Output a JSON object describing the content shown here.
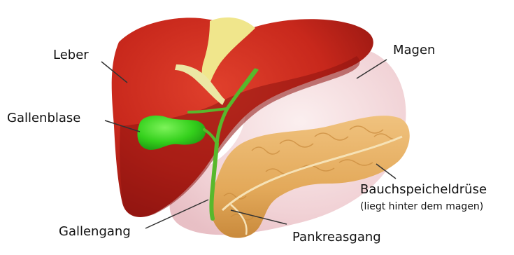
{
  "labels": {
    "liver": "Leber",
    "stomach": "Magen",
    "gallbladder": "Gallenblase",
    "pancreas": "Bauchspeicheldrüse",
    "pancreas_note": "(liegt hinter dem magen)",
    "bile_duct": "Gallengang",
    "pancreatic_duct": "Pankreasgang"
  },
  "colors": {
    "liver": "#c8281c",
    "liver_shadow": "#8e1410",
    "stomach": "#f2d3d6",
    "gallbladder": "#33cc1f",
    "bile_duct": "#58b82c",
    "ligament": "#f0e68c",
    "pancreas": "#e3a95a",
    "pancreatic_duct": "#f6e2b6"
  }
}
